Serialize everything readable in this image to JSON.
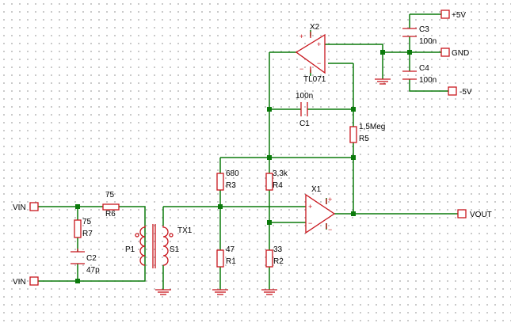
{
  "ports": {
    "vin_top": "VIN",
    "vin_bottom": "VIN",
    "vout": "VOUT",
    "pos5v": "+5V",
    "gnd": "GND",
    "neg5v": "-5V"
  },
  "components": {
    "R6": {
      "ref": "R6",
      "value": "75"
    },
    "R7": {
      "ref": "R7",
      "value": "75"
    },
    "C2": {
      "ref": "C2",
      "value": "47p"
    },
    "TX1": {
      "ref": "TX1",
      "primary": "P1",
      "secondary": "S1"
    },
    "R3": {
      "ref": "R3",
      "value": "680"
    },
    "R1": {
      "ref": "R1",
      "value": "47"
    },
    "R4": {
      "ref": "R4",
      "value": "3,3k"
    },
    "R2": {
      "ref": "R2",
      "value": "33"
    },
    "R5": {
      "ref": "R5",
      "value": "1,5Meg"
    },
    "C1": {
      "ref": "C1",
      "value": "100n"
    },
    "C3": {
      "ref": "C3",
      "value": "100n"
    },
    "C4": {
      "ref": "C4",
      "value": "100n"
    },
    "X1": {
      "ref": "X1"
    },
    "X2": {
      "ref": "X2",
      "value": "TL071"
    }
  },
  "opamp_pin_signs": {
    "plus": "+",
    "minus": "−"
  }
}
